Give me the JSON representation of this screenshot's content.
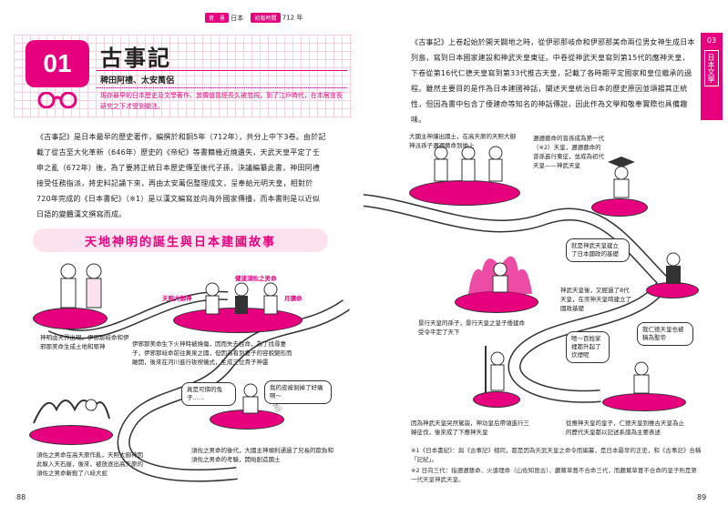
{
  "header": {
    "era_label": "背　景",
    "era_value": "日本",
    "year_label": "初版時間",
    "year_value": "712 年"
  },
  "chapter": {
    "number": "01",
    "title": "古事記",
    "authors": "稗田阿禮、太安萬侶",
    "summary": "現存最早的日本歷史及文學著作。其價值曾經長久被忽視，到了江戶時代，在本居宣長研究之下才受到關注。"
  },
  "left_body": "《古事記》是日本最早的歷史著作，編撰於和銅5年（712年），共分上中下3卷。由於記載了從古至大化革新（646年）歷史的《帝紀》等書籍幾近燒遺失，天武天皇平定了壬申之亂（672年）後，為了要將正統日本歷史傳至後代子孫，決議編纂此書，神田阿禮接受任務指派，將史料記誦下來，再由太安萬侶整理成文，呈奉給元明天皇，相對於720年完成的《日本書紀》（※1）是以漢文編寫並向海外國家傳播，而本書則是以近似日語的變體漢文撰寫而成。",
  "section_title": "天地神明的誕生與日本建國故事",
  "right_body": "《古事記》上卷起始於開天闢地之時，從伊邪那岐命和伊邪那美命兩位男女神生成日本列島，寫到日本國家建設和神武天皇東征。中卷從神武天皇寫到第15代的應神天皇，下卷從第16代仁德天皇寫到第33代推古天皇，記載了各時期平定國家和皇位繼承的過程。雖然主要目的是作為日本建國神話，闡述天皇統治日本的歷史原因並頌揚其正統性，但因為書中包含了倭建命等知名的神話傳說，因此作為文學和敬奉實際也具備趣味。",
  "side_tab": {
    "number": "03",
    "label": "日本文學"
  },
  "left_labels": {
    "amaterasu": "天照大御神",
    "susanoo_top": "健速須佐之男命",
    "tsukuyomi": "月讀命"
  },
  "left_captions": {
    "c1": "神明由天界出現，伊邪那岐命和伊邪那美命生成土地和眾神",
    "c2": "伊邪那美命生下火神時被燒傷，因而失去性命，為了找尋妻子，伊邪那岐命前往黃泉之國，但因為看到妻子的容貌變形而離開，後來在河川進行祓禊儀式，生成三位貴子神靈",
    "c3": "須佐之男命在高天原作亂，天照大御神因此躲入天石屋，後來，被放逐出高天原的須佐之男命斬殺了八岐大蛇",
    "c4": "須佐之男命的後代，大國主神順利通過了兄長的欺負和須佐之男命的考驗，開始創造國土"
  },
  "left_bubble": "真是可憐的兔子……",
  "left_bubble_rabbit": "我的皮被剝掉了好痛啊～",
  "right_captions": {
    "r1": "大國主神讓出國土，在高天原的天照大御神派孫子邇邇藝命到地上",
    "r2": "邇邇藝命的曾孫成為第一代（※2）天皇，邇邇藝命的曾孫進行東征，並成為初代天皇——神武天皇",
    "r3": "景行天皇的孫子，景行天皇之皇子倭建命受令平定了天下",
    "r4": "因為神武天皇突然駕崩，神功皇后帶領進行三韓征伐，後來成了下應神天皇",
    "r5": "從應神天皇的皇子，仁德天皇到推古天皇為止的歷代天皇都以記述系譜為主要表述"
  },
  "right_bubbles": {
    "b1": "就是神武天皇建立了日本國政的基礎",
    "b2": "神武天皇後，又經過了8代天皇，在崇神天皇時建立了國政基礎",
    "b3": "我仁德天皇也被稱為聖帝",
    "b4": "嗯～百姓家裡都升起了炊煙呢"
  },
  "footnotes": {
    "n1": "※1《日本書紀》：與《古事記》相同，都是因為天武天皇之命令而編纂，是日本最早的正史，和《古事記》合稱「記紀」。",
    "n2": "※2 日向三代：指邇邇藝命、火遠理命（山佐知毘古）、鸕鶿草葺不合命三代，而鸕鶿草葺不合命的皇子則是第一代天皇神武天皇。"
  },
  "page_numbers": {
    "left": "88",
    "right": "89"
  },
  "colors": {
    "accent": "#e6007e",
    "light_pink": "#f9d3e5"
  }
}
